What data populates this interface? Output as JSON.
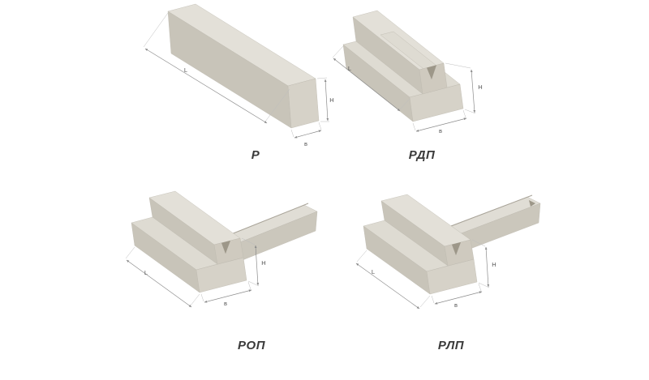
{
  "figures": [
    {
      "id": "r",
      "caption": "Р",
      "dims": {
        "length": "L",
        "height": "H",
        "width": "в"
      }
    },
    {
      "id": "rdp",
      "caption": "РДП",
      "dims": {
        "length": "L",
        "height": "H",
        "width": "в"
      }
    },
    {
      "id": "rop",
      "caption": "РОП",
      "dims": {
        "length": "L",
        "height": "H",
        "width": "в"
      }
    },
    {
      "id": "rlp",
      "caption": "РЛП",
      "dims": {
        "length": "L",
        "height": "H",
        "width": "в"
      }
    }
  ],
  "colors": {
    "background": "#ffffff",
    "face_top": "#e3e0d8",
    "face_side": "#c8c4b9",
    "face_end": "#d6d2c8",
    "face_end_ridge": "#cfcabf",
    "notch_shadow": "#9d9789",
    "dimension_line": "#8c8c8c",
    "caption_text": "#3a3a3a"
  }
}
